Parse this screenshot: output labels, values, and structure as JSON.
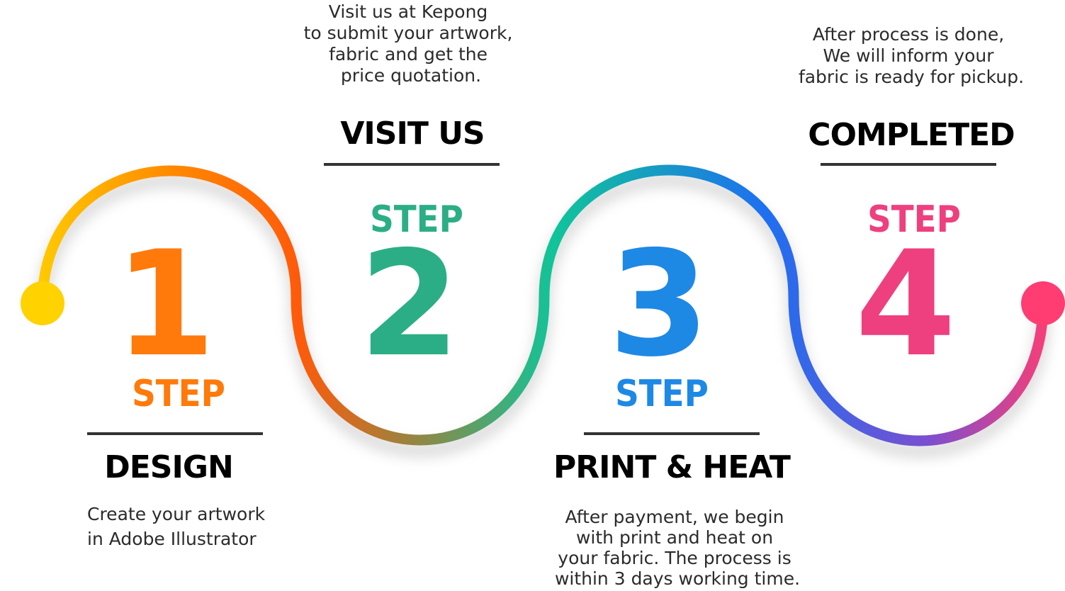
{
  "steps": [
    {
      "number": "1",
      "label": "STEP",
      "title": "DESIGN",
      "description": [
        "Create your artwork",
        "in Adobe Illustrator"
      ],
      "color": "#FF7A0A"
    },
    {
      "number": "2",
      "label": "STEP",
      "title": "VISIT US",
      "description": [
        "Visit us at Kepong",
        "to submit your artwork,",
        "fabric and get the",
        "price quotation."
      ],
      "color": "#2BAE86"
    },
    {
      "number": "3",
      "label": "STEP",
      "title": "PRINT & HEAT",
      "description": [
        "After payment, we begin",
        "with print and heat on",
        "your fabric. The process is",
        "within 3 days working time."
      ],
      "color": "#1E88E5"
    },
    {
      "number": "4",
      "label": "STEP",
      "title": "COMPLETED",
      "description": [
        "After process is done,",
        "We will inform your",
        "fabric is ready for pickup."
      ],
      "color": "#EE3F7F"
    }
  ],
  "path_colors": [
    "#FFD200",
    "#FF8A00",
    "#FF5A0A",
    "#8A8A48",
    "#10C49A",
    "#1E6FF0",
    "#7A4FD0",
    "#FF3D72"
  ]
}
